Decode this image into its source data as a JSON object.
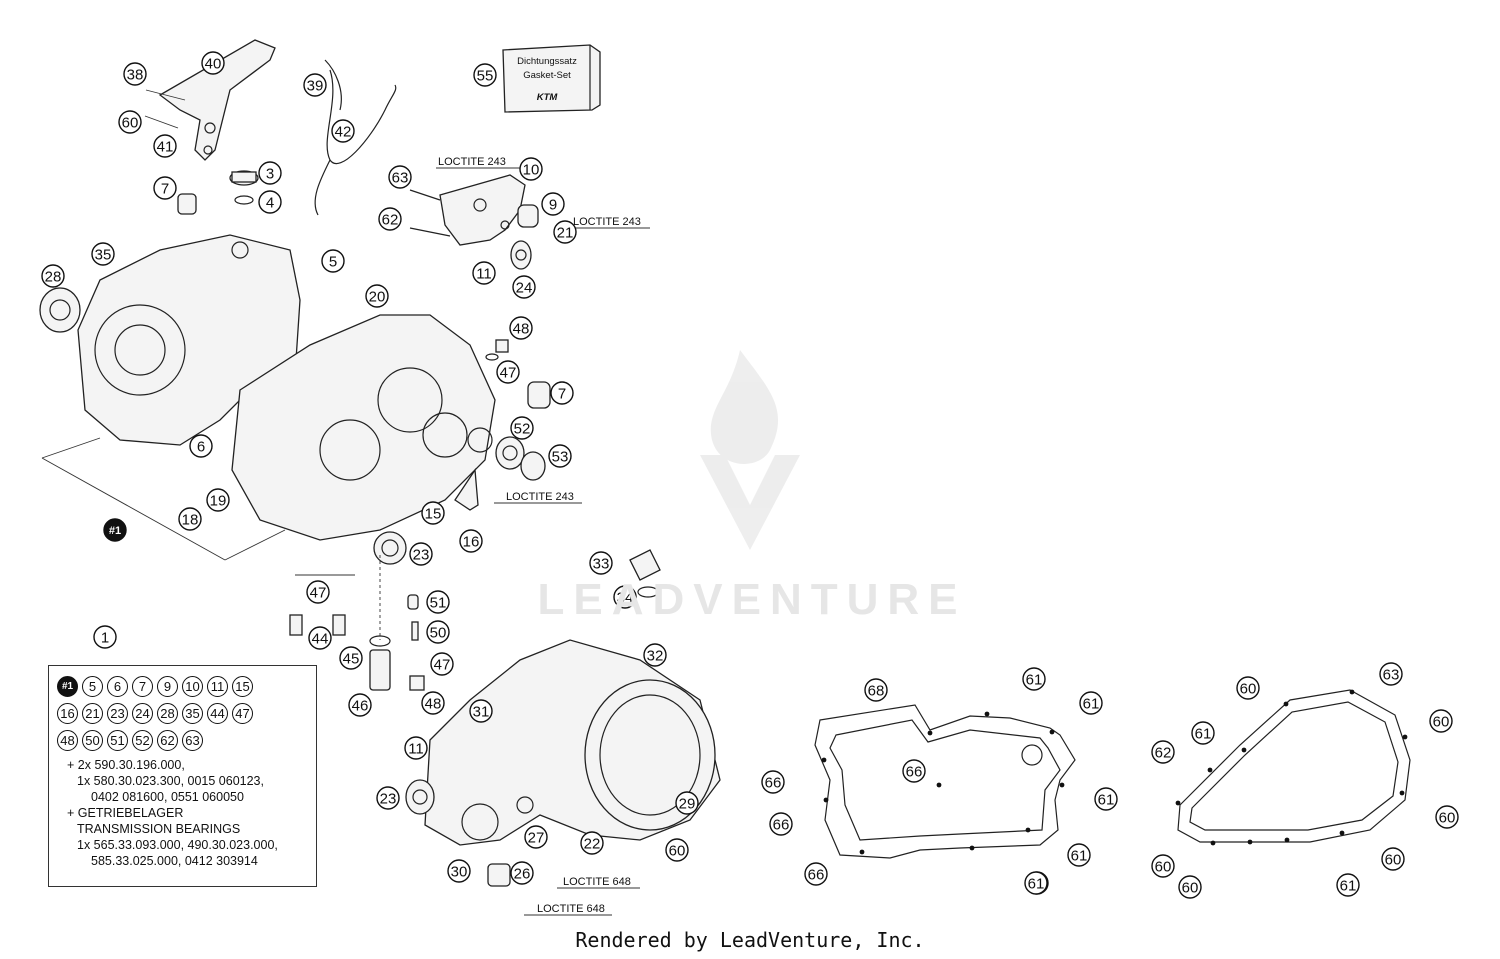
{
  "kit_box": {
    "line1": "Dichtungssatz",
    "line2": "Gasket-Set",
    "brand": "KTM"
  },
  "notes": {
    "loctite_243_a": "LOCTITE 243",
    "loctite_243_b": "LOCTITE 243",
    "loctite_243_c": "LOCTITE 243",
    "loctite_648_a": "LOCTITE 648",
    "loctite_648_b": "LOCTITE 648"
  },
  "callouts": [
    "38",
    "40",
    "39",
    "55",
    "60",
    "41",
    "42",
    "3",
    "7",
    "4",
    "63",
    "10",
    "62",
    "9",
    "21",
    "11",
    "24",
    "35",
    "28",
    "5",
    "20",
    "48",
    "47",
    "7",
    "52",
    "53",
    "6",
    "19",
    "18",
    "#1",
    "15",
    "16",
    "23",
    "47",
    "51",
    "50",
    "44",
    "45",
    "47",
    "46",
    "48",
    "33",
    "34",
    "1",
    "32",
    "31",
    "11",
    "23",
    "29",
    "27",
    "22",
    "60",
    "30",
    "26",
    "68",
    "61",
    "61",
    "66",
    "66",
    "61",
    "61",
    "66",
    "61",
    "66",
    "61",
    "60",
    "63",
    "61",
    "60",
    "62",
    "60",
    "60",
    "60",
    "60",
    "61"
  ],
  "legend": {
    "kit_numbers_row1": [
      "#1",
      "5",
      "6",
      "7",
      "9",
      "10",
      "11",
      "15"
    ],
    "kit_numbers_row2": [
      "16",
      "21",
      "23",
      "24",
      "28",
      "35",
      "44",
      "47"
    ],
    "kit_numbers_row3": [
      "48",
      "50",
      "51",
      "52",
      "62",
      "63"
    ],
    "lines": [
      "+ 2x 590.30.196.000,",
      "1x 580.30.023.300, 0015 060123,",
      "0402 081600, 0551 060050",
      "+ GETRIEBELAGER",
      "TRANSMISSION BEARINGS",
      "1x 565.33.093.000, 490.30.023.000,",
      "585.33.025.000, 0412 303914"
    ]
  },
  "watermark": "LEADVENTURE",
  "footer": "Rendered by LeadVenture, Inc."
}
